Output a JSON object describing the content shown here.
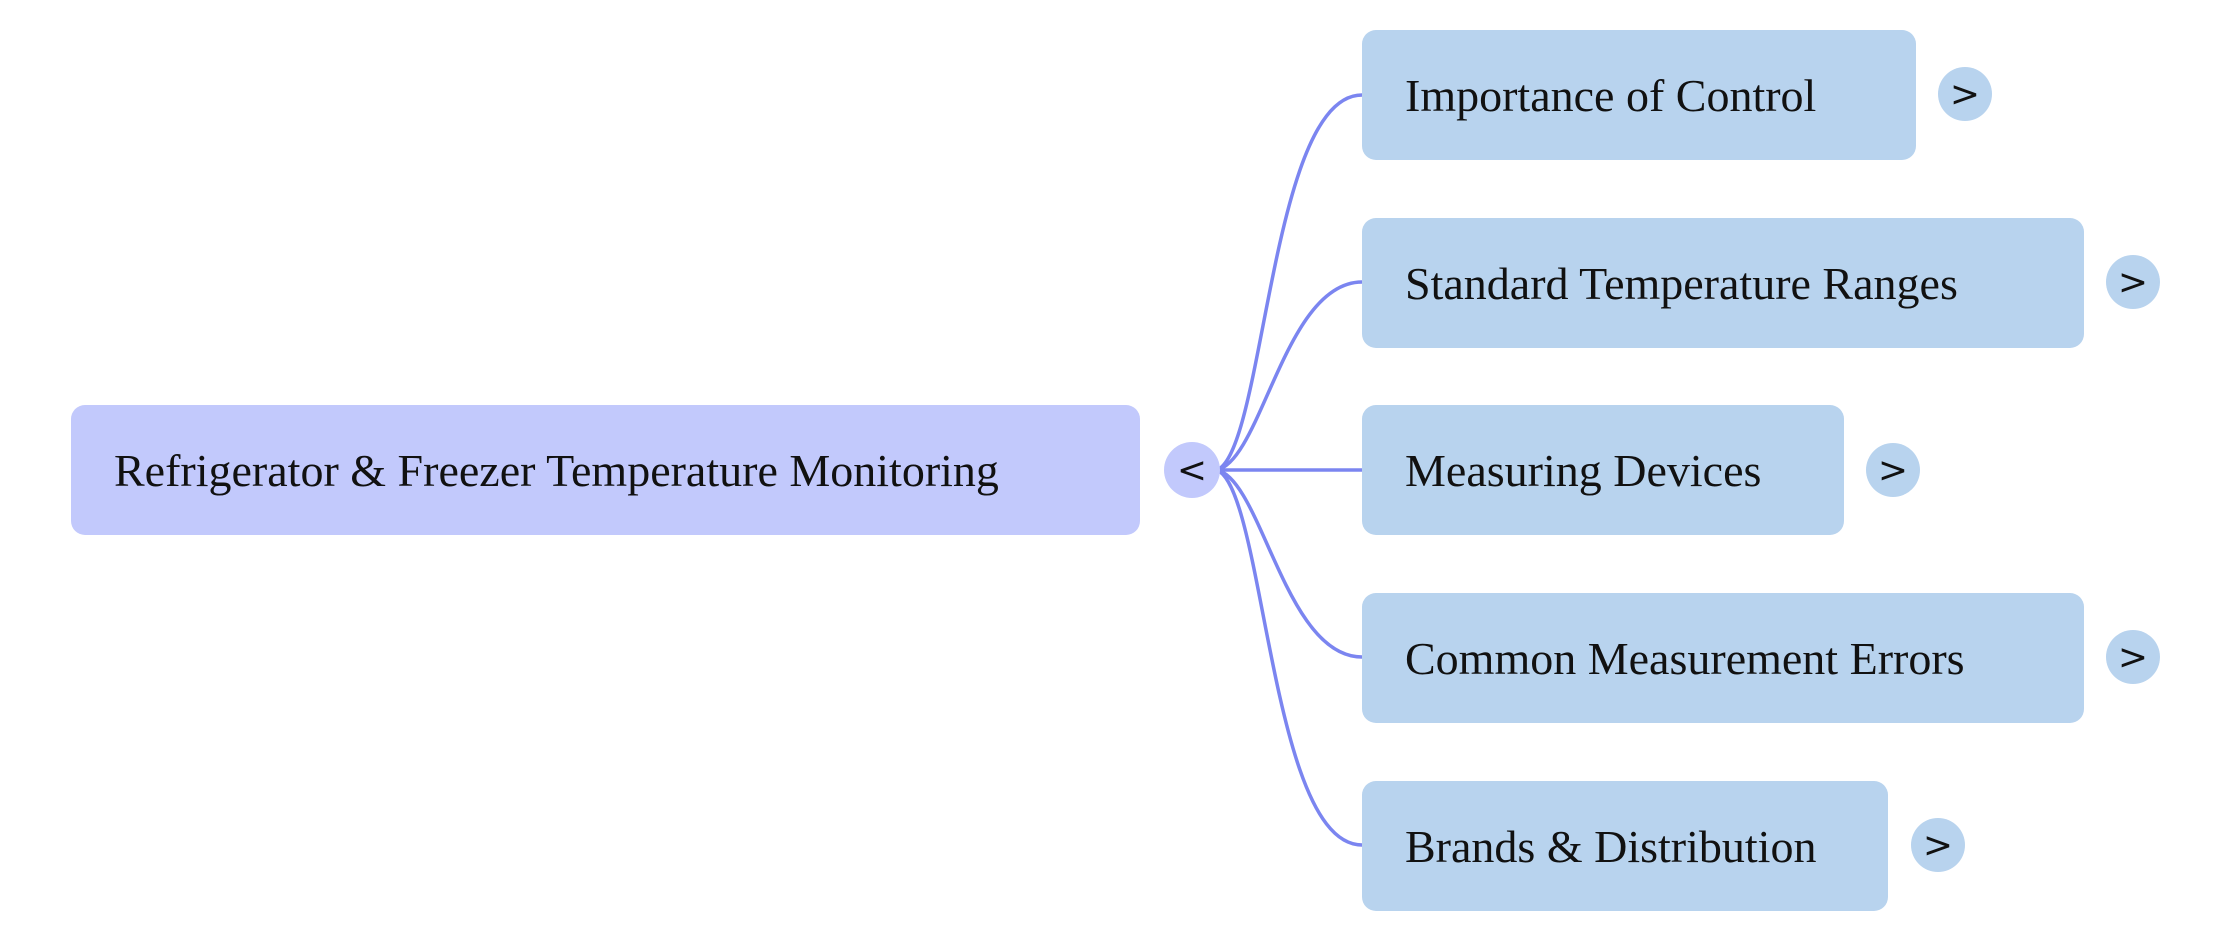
{
  "root": {
    "label": "Refrigerator & Freezer Temperature Monitoring",
    "toggle": "<"
  },
  "branches": [
    {
      "label": "Importance of Control",
      "toggle": ">"
    },
    {
      "label": "Standard Temperature Ranges",
      "toggle": ">"
    },
    {
      "label": "Measuring Devices",
      "toggle": ">"
    },
    {
      "label": "Common Measurement Errors",
      "toggle": ">"
    },
    {
      "label": "Brands & Distribution",
      "toggle": ">"
    }
  ],
  "colors": {
    "root_fill": "#c2c9fc",
    "branch_fill": "#b8d3ee",
    "connector": "#7b85f0",
    "text": "#111111"
  }
}
